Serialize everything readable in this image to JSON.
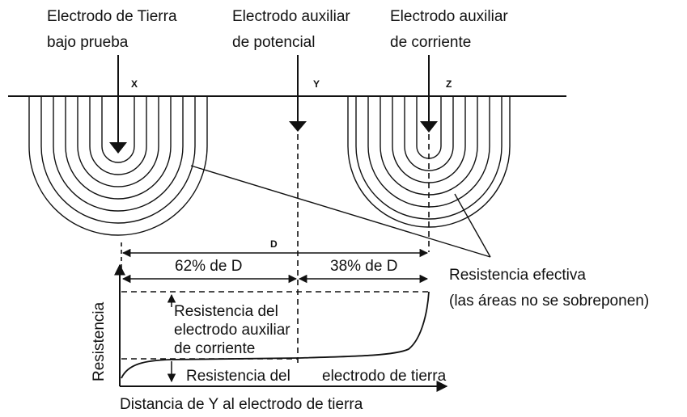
{
  "labels": {
    "ground_electrode": [
      "Electrodo de Tierra",
      "bajo prueba"
    ],
    "potential_electrode": [
      "Electrodo auxiliar",
      "de potencial"
    ],
    "current_electrode": [
      "Electrodo auxiliar",
      "de corriente"
    ],
    "x": "X",
    "y": "Y",
    "z": "Z",
    "d": "D",
    "pct62": "62% de D",
    "pct38": "38% de D",
    "effective_resistance": [
      "Resistencia efectiva",
      "(las áreas no se sobreponen)"
    ],
    "aux_resistance": [
      "Resistencia del",
      "electrodo auxiliar",
      "de corriente"
    ],
    "ground_resistance_left": "Resistencia del",
    "ground_resistance_right": "electrodo de tierra",
    "y_axis": "Resistencia",
    "x_axis": "Distancia de Y al electrodo de tierra"
  },
  "colors": {
    "ink": "#111111",
    "background": "#ffffff"
  }
}
